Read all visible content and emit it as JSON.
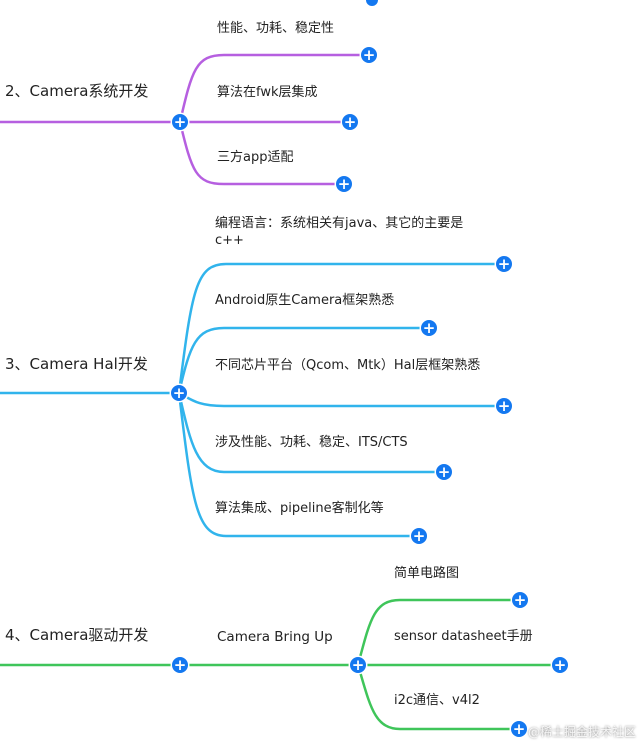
{
  "colors": {
    "purple": "#b65fe0",
    "blue": "#31b4ec",
    "green": "#3fc55a",
    "plus": "#1478f0"
  },
  "icons": {
    "expand": "plus-icon"
  },
  "branches": [
    {
      "label": "2、Camera系统开发",
      "children": [
        "性能、功耗、稳定性",
        "算法在fwk层集成",
        "三方app适配"
      ]
    },
    {
      "label": "3、Camera Hal开发",
      "children": [
        "编程语言：系统相关有java、其它的主要是c++",
        "Android原生Camera框架熟悉",
        "不同芯片平台（Qcom、Mtk）Hal层框架熟悉",
        "涉及性能、功耗、稳定、ITS/CTS",
        "算法集成、pipeline客制化等"
      ]
    },
    {
      "label": "4、Camera驱动开发",
      "sub": {
        "label": "Camera Bring Up",
        "children": [
          "简单电路图",
          "sensor datasheet手册",
          "i2c通信、v4l2"
        ]
      }
    }
  ],
  "watermark": "@稀土掘金技术社区"
}
